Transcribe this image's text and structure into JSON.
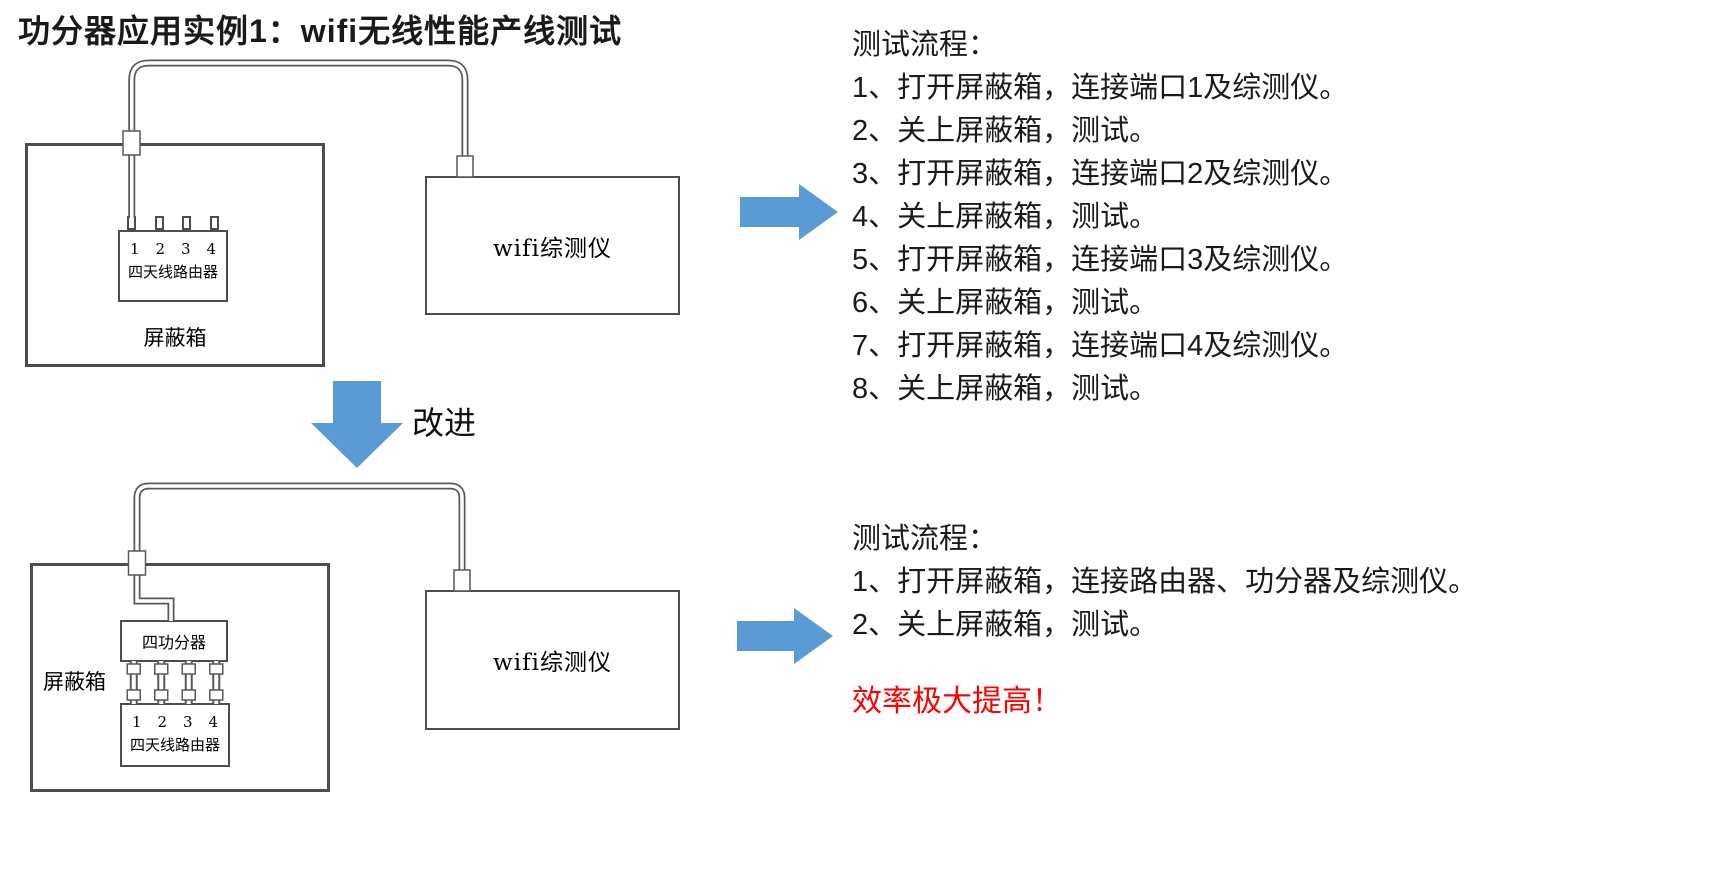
{
  "title": "功分器应用实例1：wifi无线性能产线测试",
  "improve_label": "改进",
  "colors": {
    "arrow_blue": "#5B9BD5",
    "highlight_red": "#FF0000",
    "line_gray": "#595959"
  },
  "top_diagram": {
    "shield_box_label": "屏蔽箱",
    "router_label": "四天线路由器",
    "router_ports": [
      "1",
      "2",
      "3",
      "4"
    ],
    "tester_label": "wifi综测仪"
  },
  "bottom_diagram": {
    "shield_box_label": "屏蔽箱",
    "splitter_label": "四功分器",
    "router_label": "四天线路由器",
    "router_ports": [
      "1",
      "2",
      "3",
      "4"
    ],
    "tester_label": "wifi综测仪"
  },
  "top_process": {
    "heading": "测试流程：",
    "steps": [
      "1、打开屏蔽箱，连接端口1及综测仪。",
      "2、关上屏蔽箱，测试。",
      "3、打开屏蔽箱，连接端口2及综测仪。",
      "4、关上屏蔽箱，测试。",
      "5、打开屏蔽箱，连接端口3及综测仪。",
      "6、关上屏蔽箱，测试。",
      "7、打开屏蔽箱，连接端口4及综测仪。",
      "8、关上屏蔽箱，测试。"
    ]
  },
  "bottom_process": {
    "heading": "测试流程：",
    "steps": [
      "1、打开屏蔽箱，连接路由器、功分器及综测仪。",
      "2、关上屏蔽箱，测试。"
    ],
    "highlight": "效率极大提高！"
  }
}
